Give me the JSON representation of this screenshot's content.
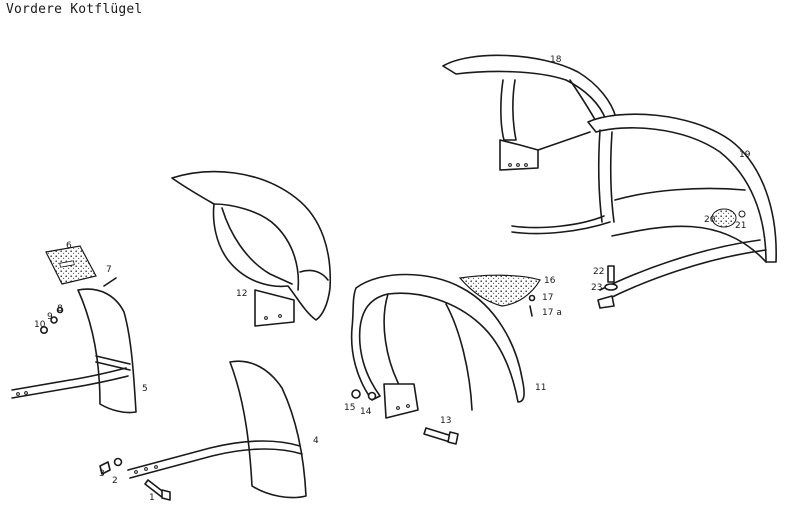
{
  "title": "Vordere Kotflügel",
  "callouts": {
    "c1": "1",
    "c2": "2",
    "c3": "3",
    "c4": "4",
    "c5": "5",
    "c6": "6",
    "c7": "7",
    "c8": "8",
    "c9": "9",
    "c10": "10",
    "c11": "11",
    "c12": "12",
    "c13": "13",
    "c14": "14",
    "c15": "15",
    "c16": "16",
    "c17": "17",
    "c17a": "17 a",
    "c18": "18",
    "c19": "19",
    "c20": "20",
    "c21": "21",
    "c22": "22",
    "c23": "23"
  }
}
